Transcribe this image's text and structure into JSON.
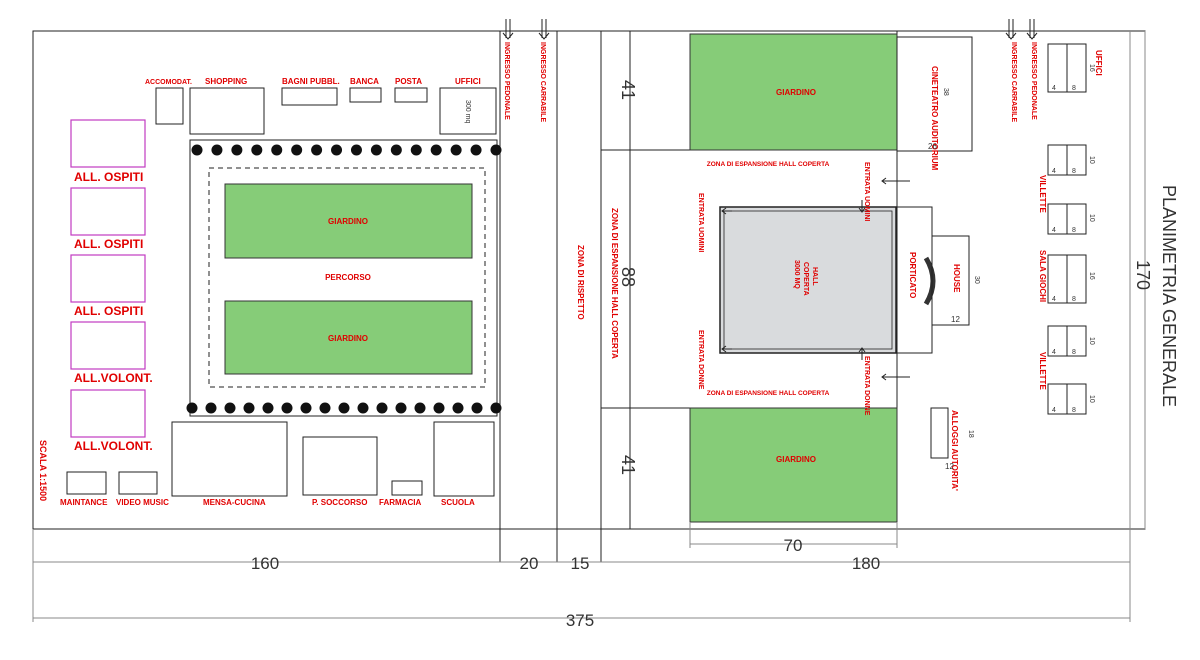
{
  "title": "PLANIMETRIA GENERALE",
  "scale": "SCALA 1:1500",
  "colors": {
    "garden": "#86cc78",
    "hall": "#d9dbdd",
    "label": "#e00000",
    "guest": "#c23bc2"
  },
  "dimensions": {
    "total_width": "375",
    "seg1": "160",
    "seg2": "20",
    "seg3": "15",
    "seg4": "180",
    "total_height": "170",
    "h_top": "41",
    "h_mid": "88",
    "h_bot": "41",
    "garden_width": "70"
  },
  "left": {
    "guest_labels": [
      "ALL. OSPITI",
      "ALL. OSPITI",
      "ALL. OSPITI",
      "ALL.VOLONT.",
      "ALL.VOLONT."
    ],
    "top_labels": {
      "accomodat": "ACCOMODAT.",
      "shopping": "SHOPPING",
      "bagni": "BAGNI PUBBL.",
      "banca": "BANCA",
      "posta": "POSTA",
      "uffici": "UFFICI"
    },
    "uffici_area": "300 mq",
    "garden1": "GIARDINO",
    "garden2": "GIARDINO",
    "percorso": "PERCORSO",
    "bottom_labels": {
      "maintance": "MAINTANCE",
      "video": "VIDEO MUSIC",
      "mensa": "MENSA-CUCINA",
      "soccorso": "P. SOCCORSO",
      "farmacia": "FARMACIA",
      "scuola": "SCUOLA"
    }
  },
  "entrances": {
    "pedonale_left": "INGRESSO PEDONALE",
    "carrabile_left": "INGRESSO CARRABILE",
    "carrabile_right": "INGRESSO CARRABILE",
    "pedonale_right": "INGRESSO PEDONALE"
  },
  "zona_rispetto": "ZONA DI RISPETTO",
  "right": {
    "garden_top": "GIARDINO",
    "garden_bottom": "GIARDINO",
    "cineteatro": "CINETEATRO AUDITORIUM",
    "cineteatro_d1": "38",
    "cineteatro_d2": "26",
    "zona_esp": "ZONA DI ESPANSIONE HALL COPERTA",
    "hall": "HALL COPERTA 3000 MQ",
    "hall_line1": "HALL",
    "hall_line2": "COPERTA",
    "hall_line3": "3000 MQ",
    "entrata_uomini": "ENTRATA UOMINI",
    "entrata_donne": "ENTRATA DONNE",
    "porticato": "PORTICATO",
    "house": "HOUSE",
    "house_d1": "30",
    "house_d2": "12",
    "alloggi": "ALLOGGI AUTORITA'",
    "alloggi_d1": "18",
    "alloggi_d2": "12",
    "uffici": "UFFICI",
    "villette1": "VILLETTE",
    "sala_giochi": "SALA GIOCHI",
    "villette2": "VILLETTE",
    "n16": "16",
    "n10": "10",
    "n4": "4",
    "n8": "8"
  }
}
